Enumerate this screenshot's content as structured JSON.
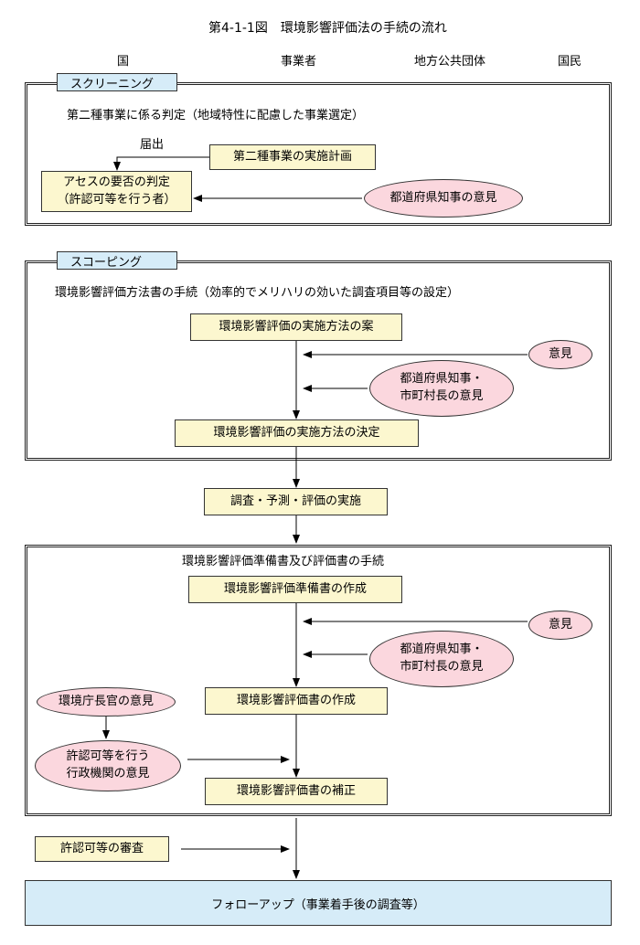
{
  "title": "第4-1-1図　環境影響評価法の手続の流れ",
  "columns": {
    "country": "国",
    "business": "事業者",
    "local_gov": "地方公共団体",
    "citizens": "国民"
  },
  "screening": {
    "tab": "スクリーニング",
    "heading": "第二種事業に係る判定（地域特性に配慮した事業選定）",
    "notify_label": "届出",
    "plan_box": "第二種事業の実施計画",
    "judgment_box": "アセスの要否の判定\n（許認可等を行う者）",
    "governor_opinion": "都道府県知事の意見"
  },
  "scoping": {
    "tab": "スコーピング",
    "heading": "環境影響評価方法書の手続（効率的でメリハリの効いた調査項目等の設定）",
    "draft_box": "環境影響評価の実施方法の案",
    "opinion": "意見",
    "local_opinion": "都道府県知事・\n市町村長の意見",
    "decision_box": "環境影響評価の実施方法の決定"
  },
  "survey_box": "調査・予測・評価の実施",
  "assessment": {
    "heading": "環境影響評価準備書及び評価書の手続",
    "prep_box": "環境影響評価準備書の作成",
    "opinion": "意見",
    "local_opinion": "都道府県知事・\n市町村長の意見",
    "agency_opinion": "環境庁長官の意見",
    "report_box": "環境影響評価書の作成",
    "permit_opinion": "許認可等を行う\n行政機関の意見",
    "revision_box": "環境影響評価書の補正"
  },
  "review_box": "許認可等の審査",
  "followup_box": "フォローアップ（事業着手後の調査等）"
}
